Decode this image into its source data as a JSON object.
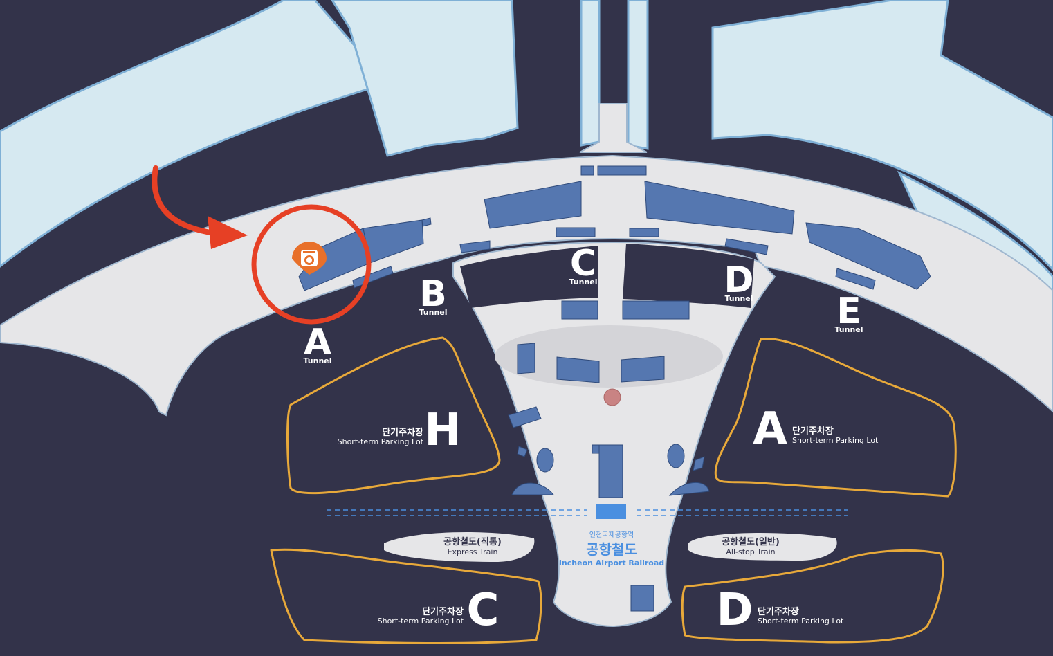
{
  "colors": {
    "background": "#33334a",
    "terminal": "#e6e6e8",
    "water": "#d6e9f1",
    "water_edge": "#7fb0d6",
    "store": "#5577b0",
    "parking_outline": "#e8a93a",
    "highlight": "#e64025",
    "marker": "#e8702a",
    "station_text": "#4a8fe0",
    "rail_line": "#4a8fe0"
  },
  "tunnels": [
    {
      "letter": "A",
      "word": "Tunnel"
    },
    {
      "letter": "B",
      "word": "Tunnel"
    },
    {
      "letter": "C",
      "word": "Tunnel"
    },
    {
      "letter": "D",
      "word": "Tunnel"
    },
    {
      "letter": "E",
      "word": "Tunnel"
    }
  ],
  "parking_lots": [
    {
      "letter": "H",
      "korean": "단기주차장",
      "english": "Short-term Parking Lot"
    },
    {
      "letter": "A",
      "korean": "단기주차장",
      "english": "Short-term Parking Lot"
    },
    {
      "letter": "C",
      "korean": "단기주차장",
      "english": "Short-term Parking Lot"
    },
    {
      "letter": "D",
      "korean": "단기주차장",
      "english": "Short-term Parking Lot"
    }
  ],
  "railways": {
    "express": {
      "korean": "공항철도(직통)",
      "english": "Express Train"
    },
    "allstop": {
      "korean": "공항철도(일반)",
      "english": "All-stop Train"
    }
  },
  "station": {
    "small_ko": "인천국제공항역",
    "big_ko": "공항철도",
    "english": "Incheon Airport Railroad"
  },
  "marker": {
    "icon": "laundry-machine-icon",
    "highlight": "circle-and-arrow"
  }
}
